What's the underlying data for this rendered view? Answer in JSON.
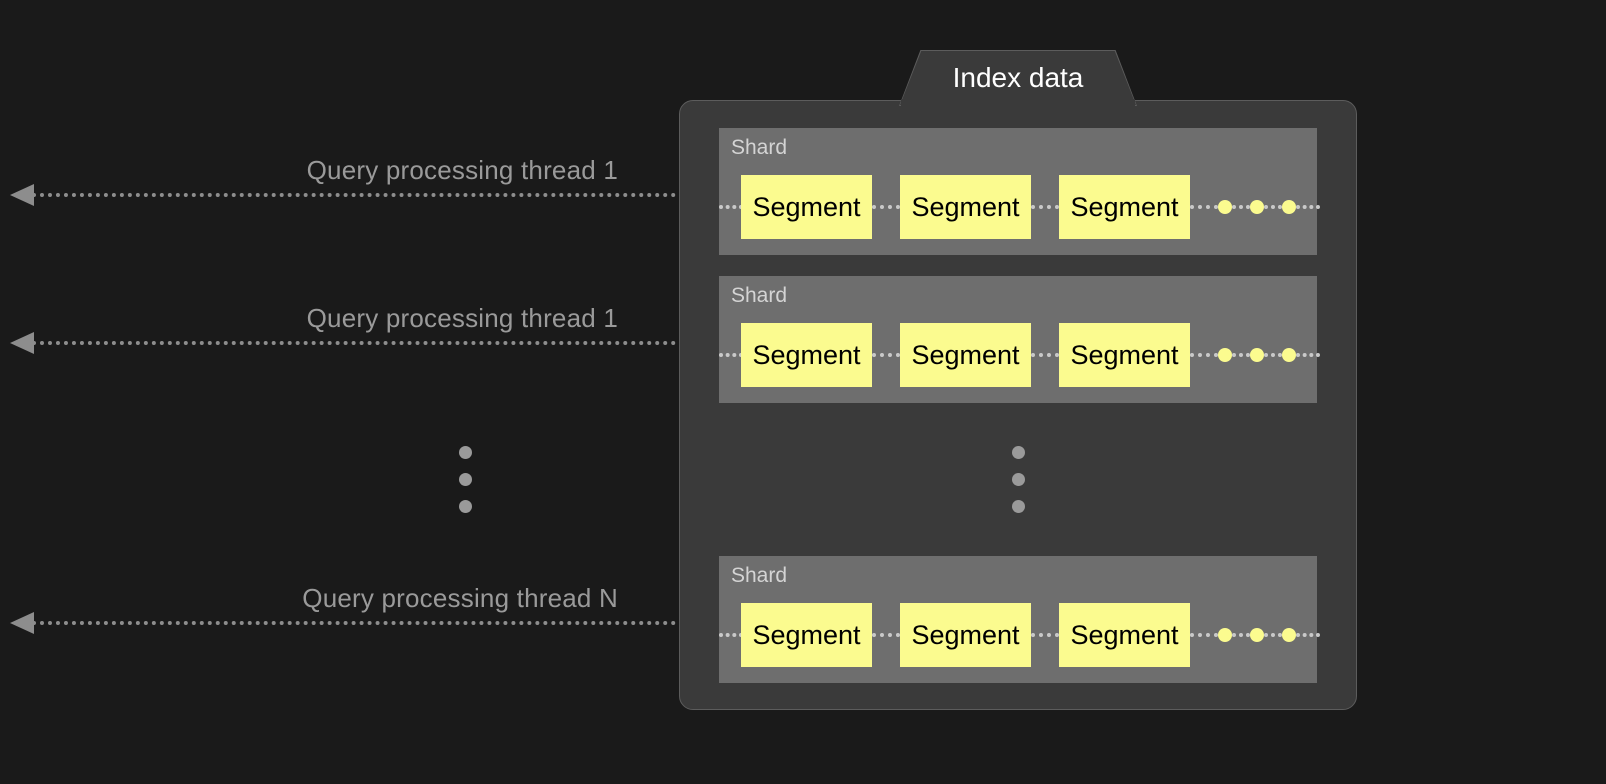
{
  "diagram": {
    "title": "Index data",
    "background_color": "#1a1a1a",
    "container_color": "#3a3a3a",
    "shard_color": "#6e6e6e",
    "segment_color": "#fbfb8f",
    "line_color": "#8d8d8d",
    "label_color": "#9a9a9a"
  },
  "threads": [
    {
      "label": "Query processing thread 1"
    },
    {
      "label": "Query processing thread 1"
    },
    {
      "label": "Query processing thread N"
    }
  ],
  "shards": [
    {
      "label": "Shard",
      "segments": [
        {
          "label": "Segment"
        },
        {
          "label": "Segment"
        },
        {
          "label": "Segment"
        }
      ],
      "more_indicator": "…"
    },
    {
      "label": "Shard",
      "segments": [
        {
          "label": "Segment"
        },
        {
          "label": "Segment"
        },
        {
          "label": "Segment"
        }
      ],
      "more_indicator": "…"
    },
    {
      "label": "Shard",
      "segments": [
        {
          "label": "Segment"
        },
        {
          "label": "Segment"
        },
        {
          "label": "Segment"
        }
      ],
      "more_indicator": "…"
    }
  ],
  "ellipsis": {
    "left_threads": "vertical-ellipsis",
    "inner_shards": "vertical-ellipsis"
  }
}
